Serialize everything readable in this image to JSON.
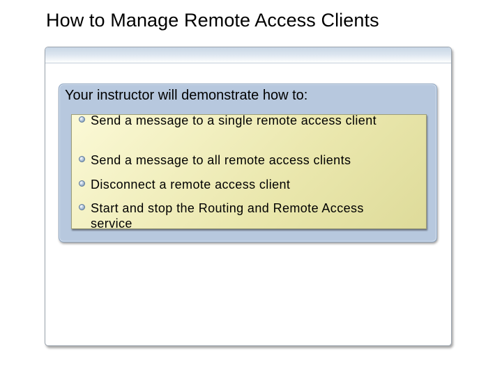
{
  "slide": {
    "title": "How to Manage Remote Access Clients"
  },
  "intro": {
    "heading": "Your instructor will demonstrate how to:"
  },
  "bullets": [
    "Send a message to a single remote access client",
    "Send a message to all remote access clients",
    "Disconnect a remote access client",
    "Start and stop the Routing and Remote Access service"
  ],
  "colors": {
    "frame_header": "#c9d7e6",
    "intro_panel": "#b7c8de",
    "bullet_panel": "#eae7ad"
  }
}
